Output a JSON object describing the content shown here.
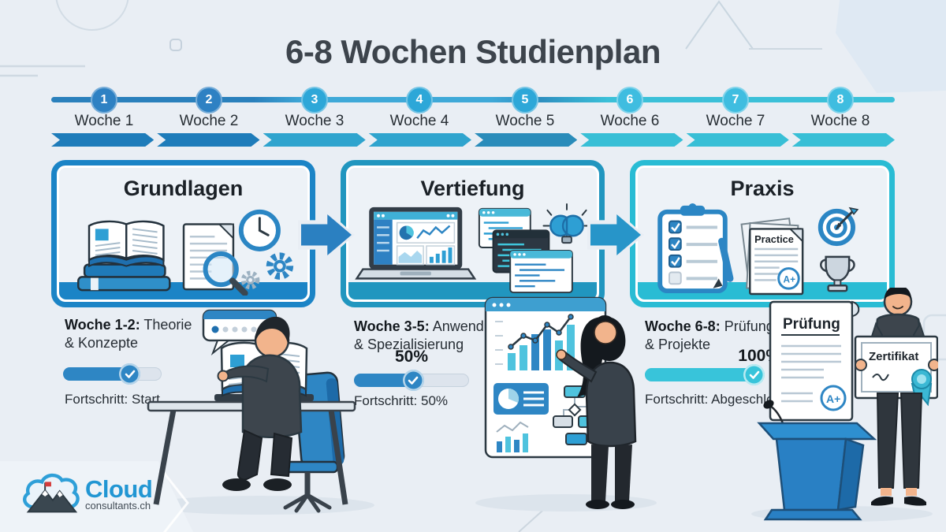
{
  "title": "6-8 Wochen Studienplan",
  "timeline": {
    "weeks": [
      {
        "num": "1",
        "label": "Woche 1"
      },
      {
        "num": "2",
        "label": "Woche 2"
      },
      {
        "num": "3",
        "label": "Woche 3"
      },
      {
        "num": "4",
        "label": "Woche 4"
      },
      {
        "num": "5",
        "label": "Woche 5"
      },
      {
        "num": "6",
        "label": "Woche 6"
      },
      {
        "num": "7",
        "label": "Woche 7"
      },
      {
        "num": "8",
        "label": "Woche 8"
      }
    ]
  },
  "phases": [
    {
      "title": "Grundlagen"
    },
    {
      "title": "Vertiefung"
    },
    {
      "title": "Praxis"
    }
  ],
  "sections": [
    {
      "week_range": "Woche 1-2:",
      "topic_line1": "Theorie",
      "topic_line2": "& Konzepte",
      "percent": "",
      "progress_caption": "Fortschritt: Start",
      "progress_value": 68
    },
    {
      "week_range": "Woche 3-5:",
      "topic_line1": "Anwendung",
      "topic_line2": "& Spezialisierung",
      "percent": "50%",
      "progress_caption": "Fortschritt: 50%",
      "progress_value": 50
    },
    {
      "week_range": "Woche 6-8:",
      "topic_line1": "Prüfungen",
      "topic_line2": "& Projekte",
      "percent": "100%",
      "progress_caption": "Fortschritt: Abgeschlossen",
      "progress_value": 100
    }
  ],
  "artifacts": {
    "practice_doc": "Practice",
    "exam_doc": "Prüfung",
    "certificate": "Zertifikat",
    "grade_badge": "A+"
  },
  "logo": {
    "name": "Cloud",
    "suffix": "consultants.ch"
  },
  "colors": {
    "background": "#e9eef4",
    "title_text": "#3d444c",
    "phase1_border": "#1b84c6",
    "phase2_border": "#2196bf",
    "phase3_border": "#29bcd4",
    "dark_blue": "#2e86c4",
    "medium_blue": "#2da7d8",
    "teal": "#38c4da",
    "chevron_dark": "#1e7cba",
    "chevron_medium": "#2fa4ce",
    "chevron_teal": "#38bfd6"
  }
}
